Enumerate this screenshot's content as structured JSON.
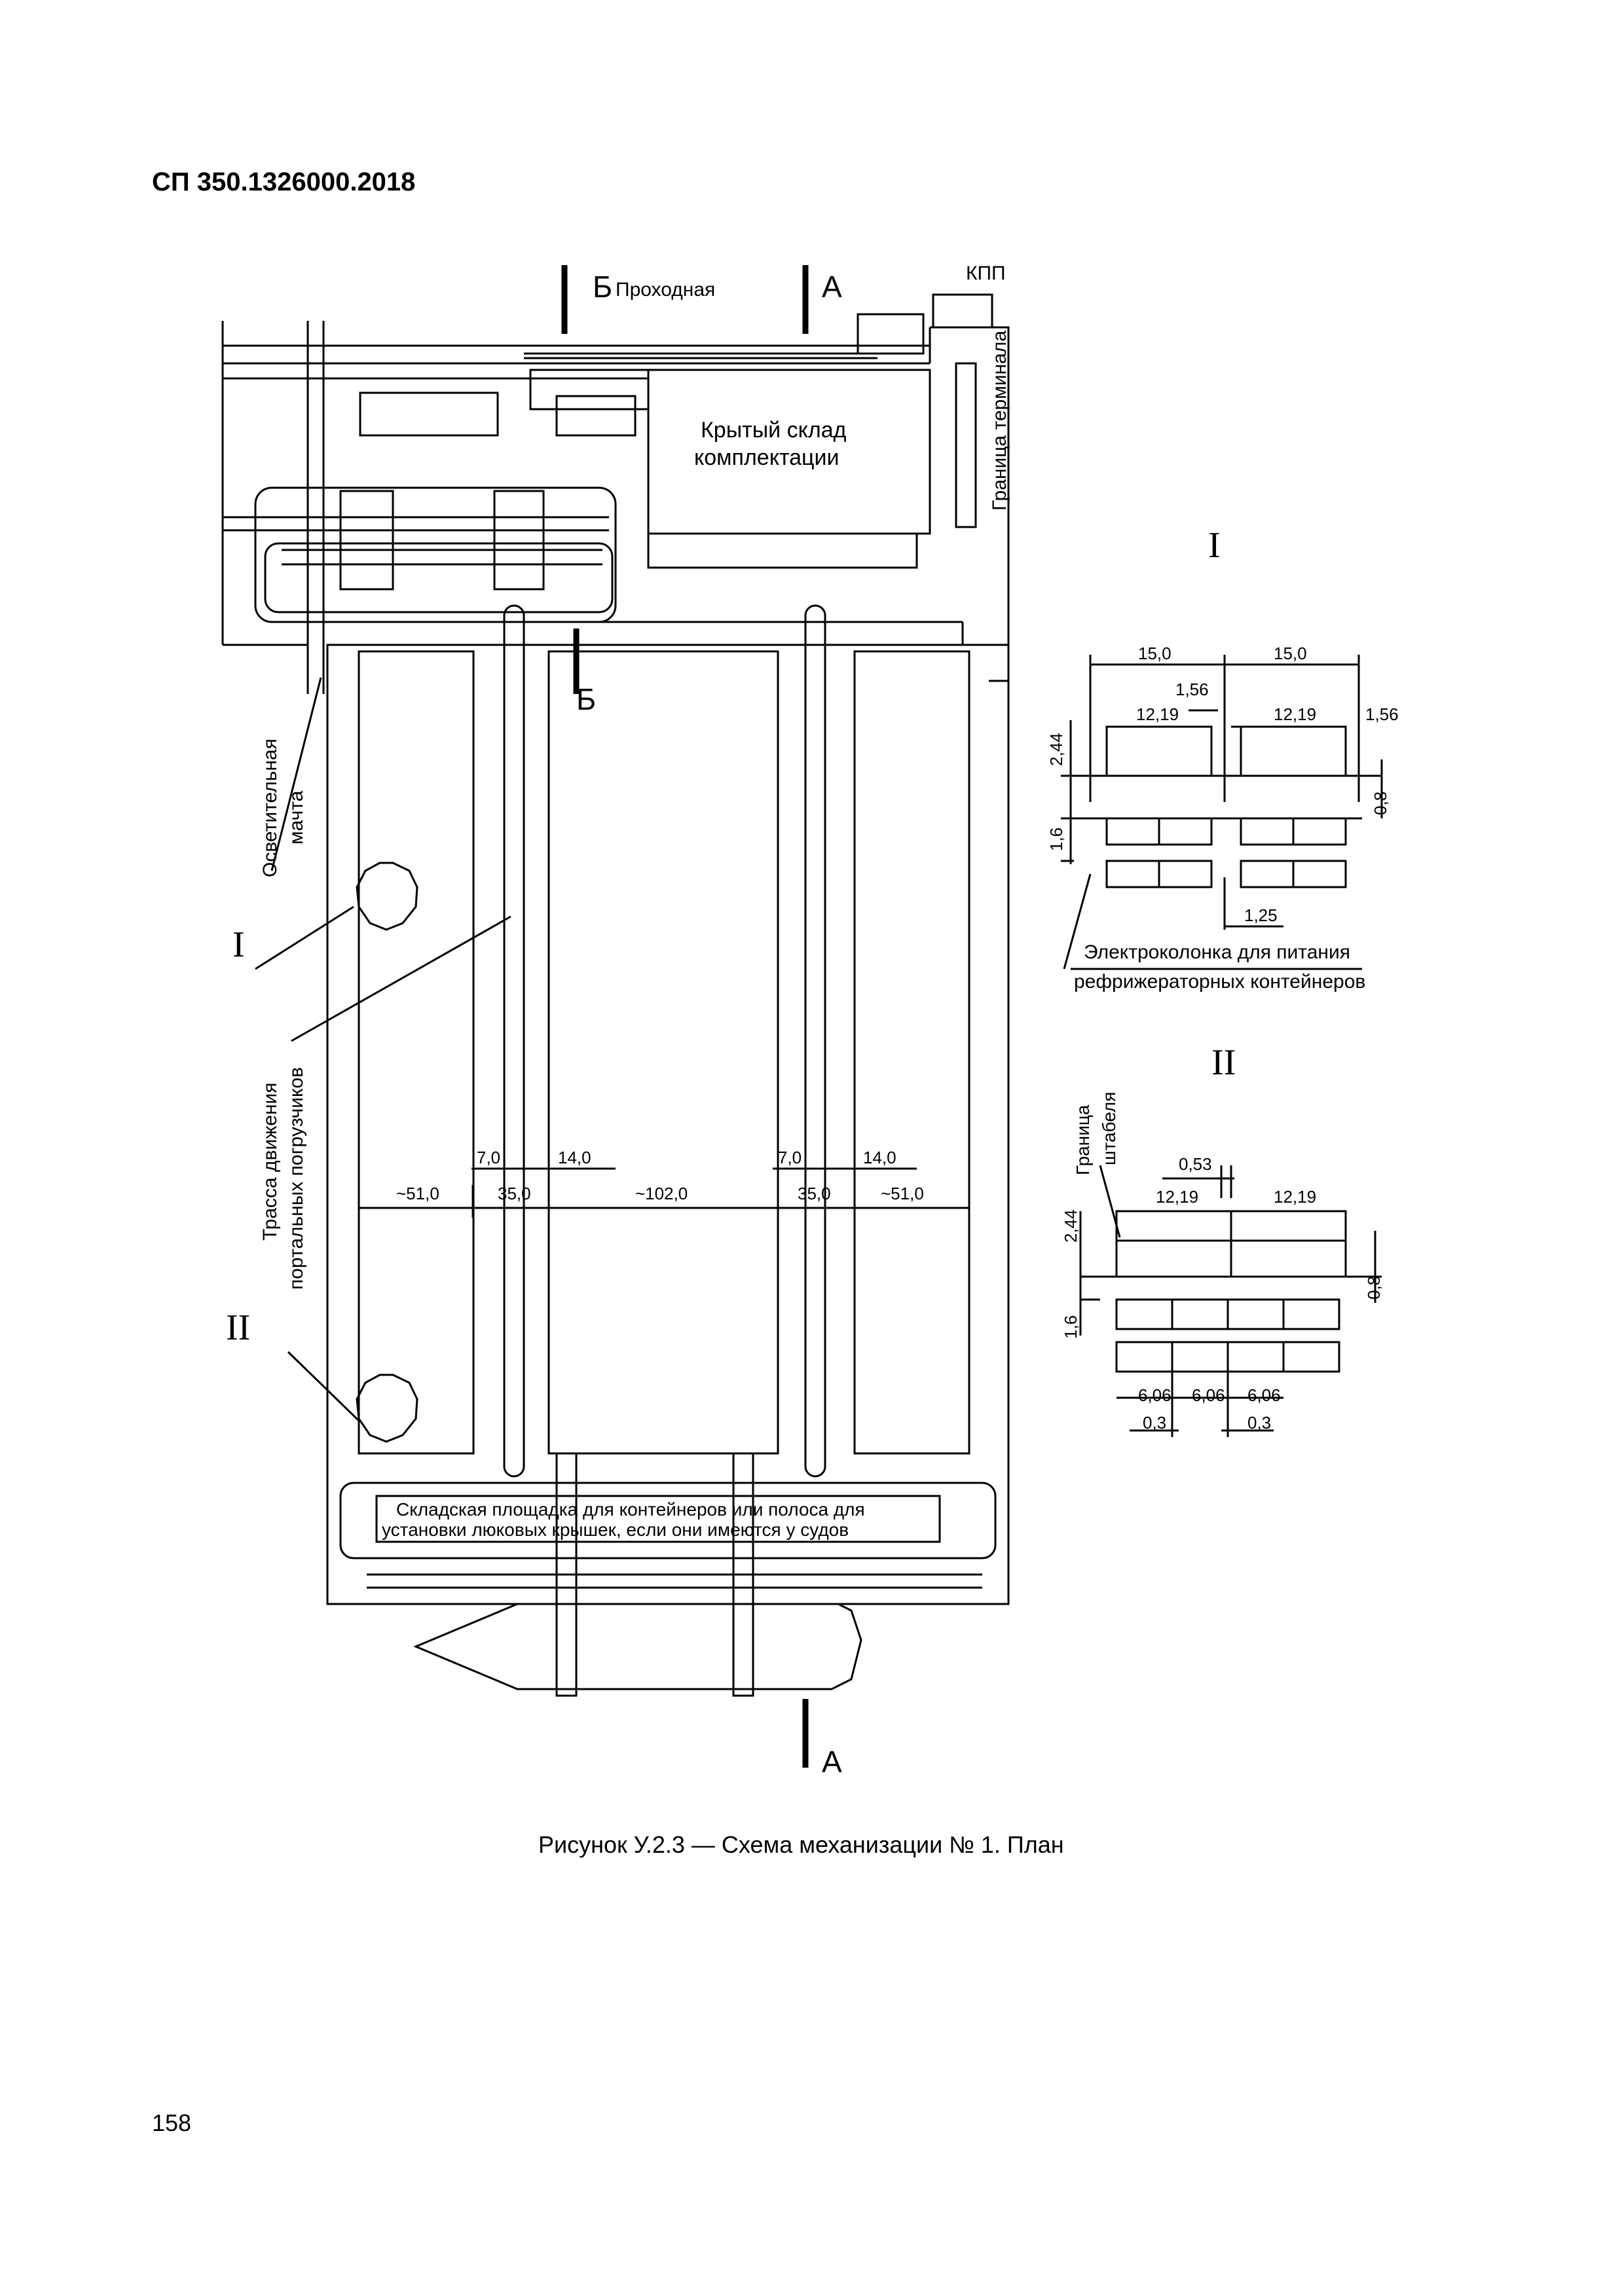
{
  "header": {
    "doc_code": "СП 350.1326000.2018"
  },
  "plan": {
    "section_b": "Б",
    "section_a": "А",
    "passage": "Проходная",
    "checkpoint": "КПП",
    "warehouse_line1": "Крытый склад",
    "warehouse_line2": "комплектации",
    "terminal_boundary": "Граница терминала",
    "light_mast_line1": "Осветительная",
    "light_mast_line2": "мачта",
    "route_line1": "Трасса движения",
    "route_line2": "портальных погрузчиков",
    "callout_1": "I",
    "callout_2": "II",
    "dims": {
      "d7_left": "7,0",
      "d14_left": "14,0",
      "d7_right": "7,0",
      "d14_right": "14,0",
      "d51_left": "~51,0",
      "d35_left": "35,0",
      "d102": "~102,0",
      "d35_right": "35,0",
      "d51_right": "~51,0"
    },
    "storage_line1": "Складская площадка для контейнеров или полоса для",
    "storage_line2": "установки люковых крышек, если они имеются у судов"
  },
  "detail_1": {
    "label": "I",
    "d15_left": "15,0",
    "d15_right": "15,0",
    "d156_top": "1,56",
    "d1219_left": "12,19",
    "d1219_right": "12,19",
    "d156_right": "1,56",
    "d244": "2,44",
    "d08": "0,8",
    "d16": "1,6",
    "d125": "1,25",
    "power_line1": "Электроколонка для питания",
    "power_line2": "рефрижераторных контейнеров"
  },
  "detail_2": {
    "label": "II",
    "boundary_line1": "Граница",
    "boundary_line2": "штабеля",
    "d053": "0,53",
    "d1219_left": "12,19",
    "d1219_right": "12,19",
    "d244": "2,44",
    "d08": "0,8",
    "d16": "1,6",
    "d606_1": "6,06",
    "d606_2": "6,06",
    "d606_3": "6,06",
    "d03_left": "0,3",
    "d03_right": "0,3"
  },
  "caption": "Рисунок У.2.3 — Схема механизации № 1. План",
  "page_number": "158"
}
